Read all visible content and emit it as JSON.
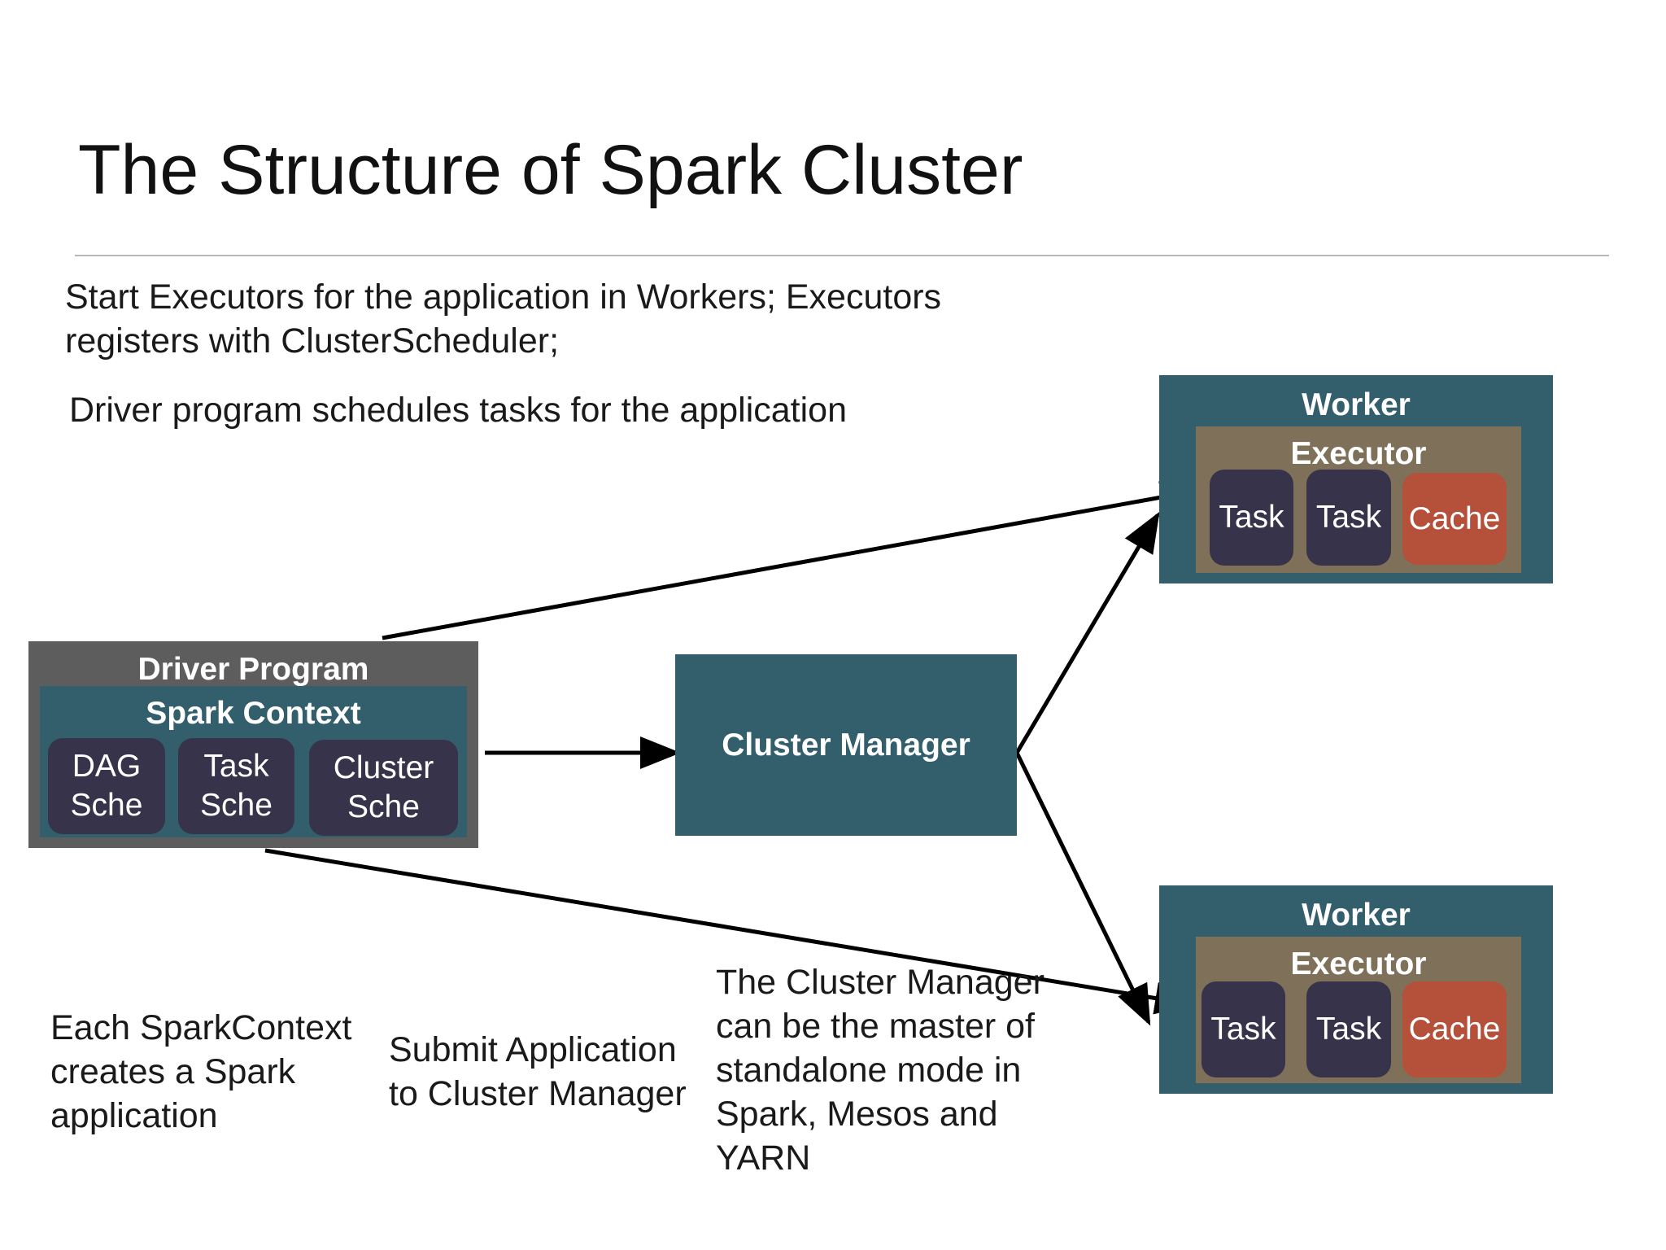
{
  "title": "The Structure of Spark Cluster",
  "notes": {
    "top_line1": "Start Executors for the application in Workers; Executors",
    "top_line2": "registers with ClusterScheduler;",
    "driver_schedules": "Driver program schedules tasks for the application",
    "each_context": [
      "Each SparkContext",
      "creates a Spark",
      "application"
    ],
    "submit": [
      "Submit Application",
      "to Cluster Manager"
    ],
    "cluster_manager_note": [
      "The Cluster Manager",
      "can be the master of",
      "standalone mode in",
      "Spark, Mesos and",
      "YARN"
    ]
  },
  "driver": {
    "label": "Driver Program",
    "context_label": "Spark Context",
    "schedulers": [
      {
        "line1": "DAG",
        "line2": "Sche"
      },
      {
        "line1": "Task",
        "line2": "Sche"
      },
      {
        "line1": "Cluster",
        "line2": "Sche"
      }
    ]
  },
  "cluster_manager": {
    "label": "Cluster Manager"
  },
  "workers": [
    {
      "label": "Worker",
      "executor_label": "Executor",
      "items": [
        "Task",
        "Task",
        "Cache"
      ]
    },
    {
      "label": "Worker",
      "executor_label": "Executor",
      "items": [
        "Task",
        "Task",
        "Cache"
      ]
    }
  ],
  "colors": {
    "driver_bg": "#5d5d5d",
    "teal": "#335e6c",
    "executor_bg": "#7f7059",
    "task_bg": "#37334a",
    "cache_bg": "#b5513b"
  }
}
